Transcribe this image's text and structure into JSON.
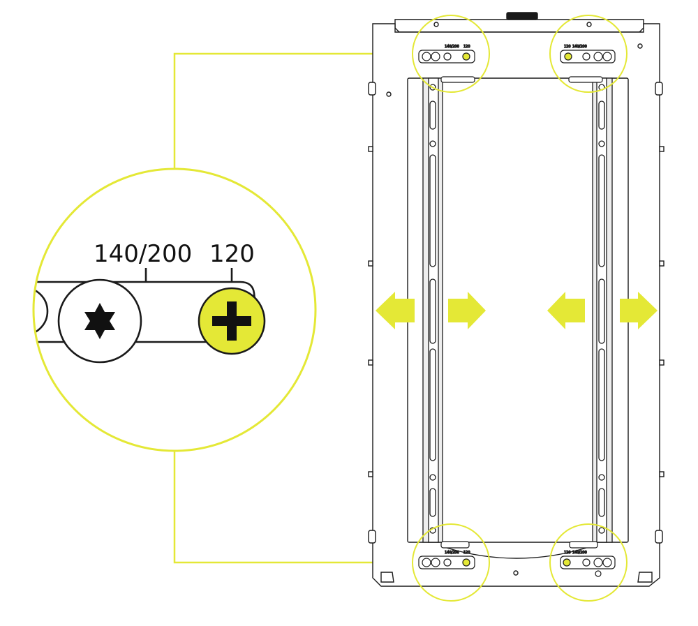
{
  "colors": {
    "accent": "#e4e836",
    "outline": "#1a1a1a",
    "panel": "#ffffff",
    "rail": "#eeeeee"
  },
  "zoom": {
    "label_left": "140/200",
    "label_right": "120",
    "left_screw": "torx-star-icon",
    "right_screw": "phillips-plus-icon"
  },
  "callouts": {
    "top_left": {
      "label_left": "140/200",
      "label_right": "120"
    },
    "top_right": {
      "label_left": "120",
      "label_right": "140/200"
    },
    "bottom_left": {
      "label_left": "140/200",
      "label_right": "120"
    },
    "bottom_right": {
      "label_left": "120",
      "label_right": "140/200"
    }
  },
  "arrows": [
    {
      "name": "left-rail-outward",
      "icon": "arrow-left-icon"
    },
    {
      "name": "left-rail-inward",
      "icon": "arrow-right-icon"
    },
    {
      "name": "right-rail-inward",
      "icon": "arrow-left-icon"
    },
    {
      "name": "right-rail-outward",
      "icon": "arrow-right-icon"
    }
  ]
}
